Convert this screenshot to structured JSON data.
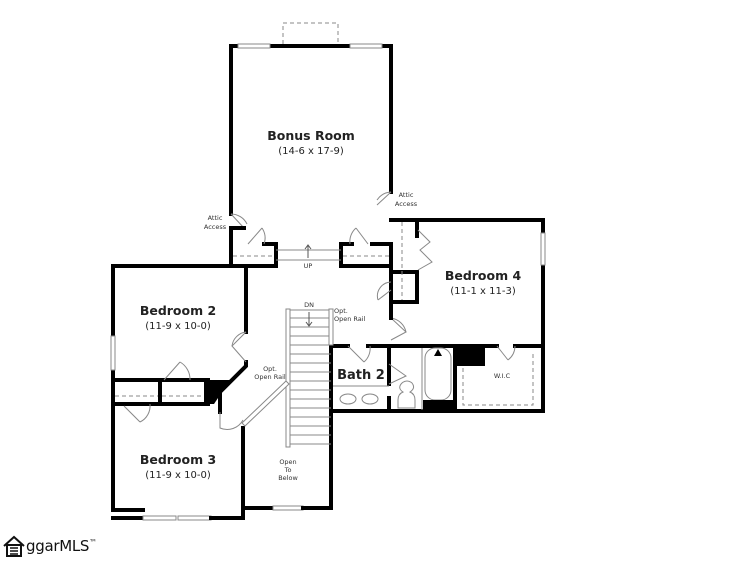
{
  "floor_plan": {
    "rooms": [
      {
        "id": "bonus-room",
        "name": "Bonus Room",
        "dimensions": "(14-6 x 17-9)"
      },
      {
        "id": "bedroom-2",
        "name": "Bedroom 2",
        "dimensions": "(11-9 x 10-0)"
      },
      {
        "id": "bedroom-3",
        "name": "Bedroom 3",
        "dimensions": "(11-9 x 10-0)"
      },
      {
        "id": "bedroom-4",
        "name": "Bedroom 4",
        "dimensions": "(11-1 x 11-3)"
      },
      {
        "id": "bath-2",
        "name": "Bath 2"
      },
      {
        "id": "wic",
        "name": "W.I.C"
      }
    ],
    "annotations": {
      "attic_access_left_1": "Attic",
      "attic_access_left_2": "Access",
      "attic_access_right_1": "Attic",
      "attic_access_right_2": "Access",
      "stairs_up": "UP",
      "stairs_down": "DN",
      "open_rail_top_1": "Opt.",
      "open_rail_top_2": "Open Rail",
      "open_rail_left_1": "Opt.",
      "open_rail_left_2": "Open Rail",
      "open_below_1": "Open",
      "open_below_2": "To",
      "open_below_3": "Below"
    }
  },
  "branding": {
    "logo_text": "ggarMLS",
    "trademark": "™",
    "logo_icon": "house-icon"
  }
}
